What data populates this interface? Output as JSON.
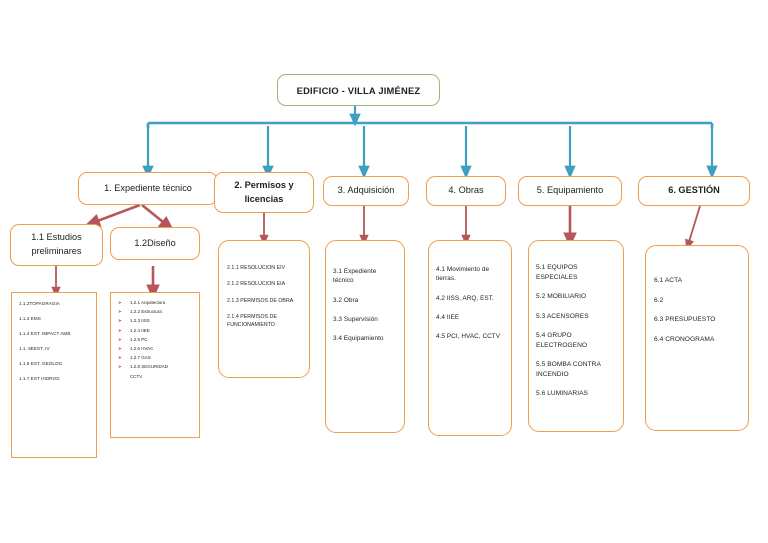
{
  "diagram": {
    "title": "EDIFICIO - VILLA JIMÉNEZ",
    "colors": {
      "root_border": "#9ab973",
      "node_border": "#ef9e4c",
      "primary_connector": "#3f9fc0",
      "secondary_connector": "#b4575a",
      "background": "#ffffff"
    },
    "root": {
      "label": "EDIFICIO - VILLA JIMÉNEZ"
    },
    "categories": [
      {
        "id": "cat1",
        "label": "1. Expediente técnico"
      },
      {
        "id": "cat2",
        "label": "2. Permisos y licencias"
      },
      {
        "id": "cat3",
        "label": "3. Adquisición"
      },
      {
        "id": "cat4",
        "label": "4. Obras"
      },
      {
        "id": "cat5",
        "label": "5. Equipamiento"
      },
      {
        "id": "cat6",
        "label": "6. GESTIÓN"
      }
    ],
    "subcategories": [
      {
        "id": "sub11",
        "label": "1.1 Estudios preliminares"
      },
      {
        "id": "sub12",
        "label": "1.2Diseño"
      }
    ],
    "leaf_groups": {
      "estudios_preliminares": {
        "items": [
          "1.1.2TOPAGRAGIA",
          "1.1.3 EMS",
          "1.1.4 EST. IMPACT AMB",
          "1.1. 5EEST. IV",
          "1.1.6 EST. GEOLOG",
          "1.1.7 EST HIDROG"
        ]
      },
      "diseno": {
        "bullet": "➤",
        "items": [
          "1.2.1 Arquitectura",
          "1.2.2 Estructura",
          "1.2.3 IISS",
          "1.2.4 IIEE",
          "1.2.5 PC",
          "1.2.6 HVAC",
          "1.2.7 GAS",
          "1.2.8 SEGURIDAD",
          "CCTV"
        ]
      },
      "permisos": {
        "items": [
          "2.1.1 RESOLUCION EIV",
          "2.1.2 RESOLUCION EIA",
          "2.1.3 PERMISOS DE OBRA",
          "2.1.4 PERMISOS DE FUNCIONAMIENTO"
        ]
      },
      "adquisicion": {
        "items": [
          "3.1 Expediente técnico",
          "3.2 Obra",
          "3.3 Supervisión",
          "3.4 Equipamiento"
        ]
      },
      "obras": {
        "items": [
          "4.1 Movimiento de tierras.",
          "4.2 IISS, ARQ, EST.",
          "4.4 IIEE",
          "4.5 PCI, HVAC, CCTV"
        ]
      },
      "equipamiento": {
        "items": [
          "5.1 EQUIPOS ESPECIALES",
          "5.2 MOBILIARIO",
          "5.3 ACENSORES",
          "5.4 GRUPO ELECTROGENO",
          "5.5 BOMBA CONTRA INCENDIO",
          "5.6 LUMINARIAS"
        ]
      },
      "gestion": {
        "items": [
          "6.1 ACTA",
          "6.2",
          "6.3 PRESUPUESTO",
          "6.4 CRONOGRAMA"
        ]
      }
    }
  }
}
